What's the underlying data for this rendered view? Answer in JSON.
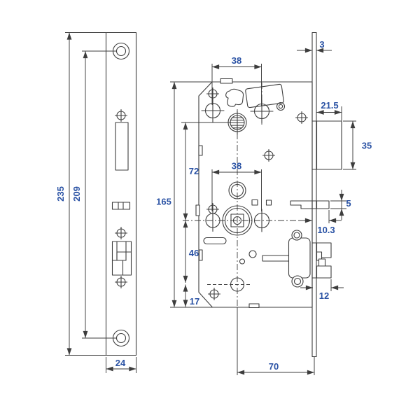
{
  "drawing": {
    "type": "technical-dimension-drawing",
    "views": {
      "left": "faceplate front view",
      "center": "lock case front view",
      "right": "faceplate side view with bolt projections"
    },
    "colors": {
      "line": "#3d3d3d",
      "dimension_text": "#2a52a4",
      "background": "#ffffff"
    },
    "dimensions": {
      "faceplate_total_height": "235",
      "screw_hole_spacing": "209",
      "faceplate_width": "24",
      "top_hole_spacing": "38",
      "hub_hole_spacing": "38",
      "cylinder_to_hub": "72",
      "case_height": "165",
      "hub_to_lower_hole": "46",
      "lower_hole_to_edge": "17",
      "faceplate_thickness": "3",
      "latch_projection": "21.5",
      "latch_face_height": "35",
      "deadbolt_thickness": "5",
      "deadbolt_projection": "10.3",
      "latch_body_depth": "12",
      "backset": "70"
    }
  }
}
